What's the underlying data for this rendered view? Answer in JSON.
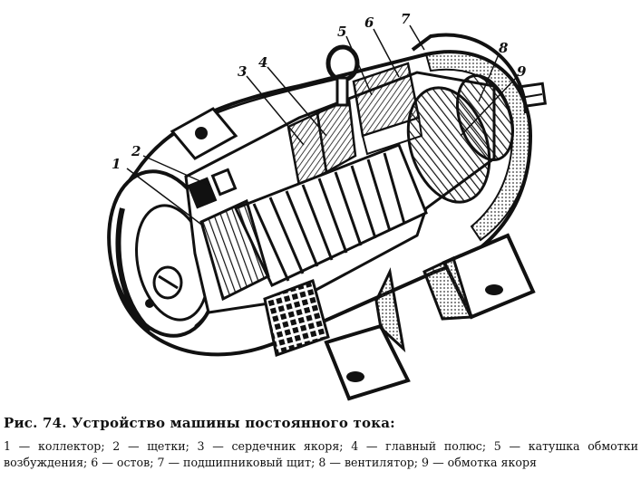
{
  "figure": {
    "callouts": [
      {
        "id": "1",
        "label": "1"
      },
      {
        "id": "2",
        "label": "2"
      },
      {
        "id": "3",
        "label": "3"
      },
      {
        "id": "4",
        "label": "4"
      },
      {
        "id": "5",
        "label": "5"
      },
      {
        "id": "6",
        "label": "6"
      },
      {
        "id": "7",
        "label": "7"
      },
      {
        "id": "8a",
        "label": "8"
      },
      {
        "id": "9",
        "label": "9"
      }
    ]
  },
  "caption": {
    "title": "Рис. 74. Устройство машины постоянного тока:",
    "body": "1 — коллектор; 2 — щетки; 3 — сердечник якоря; 4 — главный полюс; 5 — катушка обмотки возбуждения; 6 — остов; 7 — подшипниковый щит; 8 — вентилятор; 9 — обмотка якоря"
  }
}
